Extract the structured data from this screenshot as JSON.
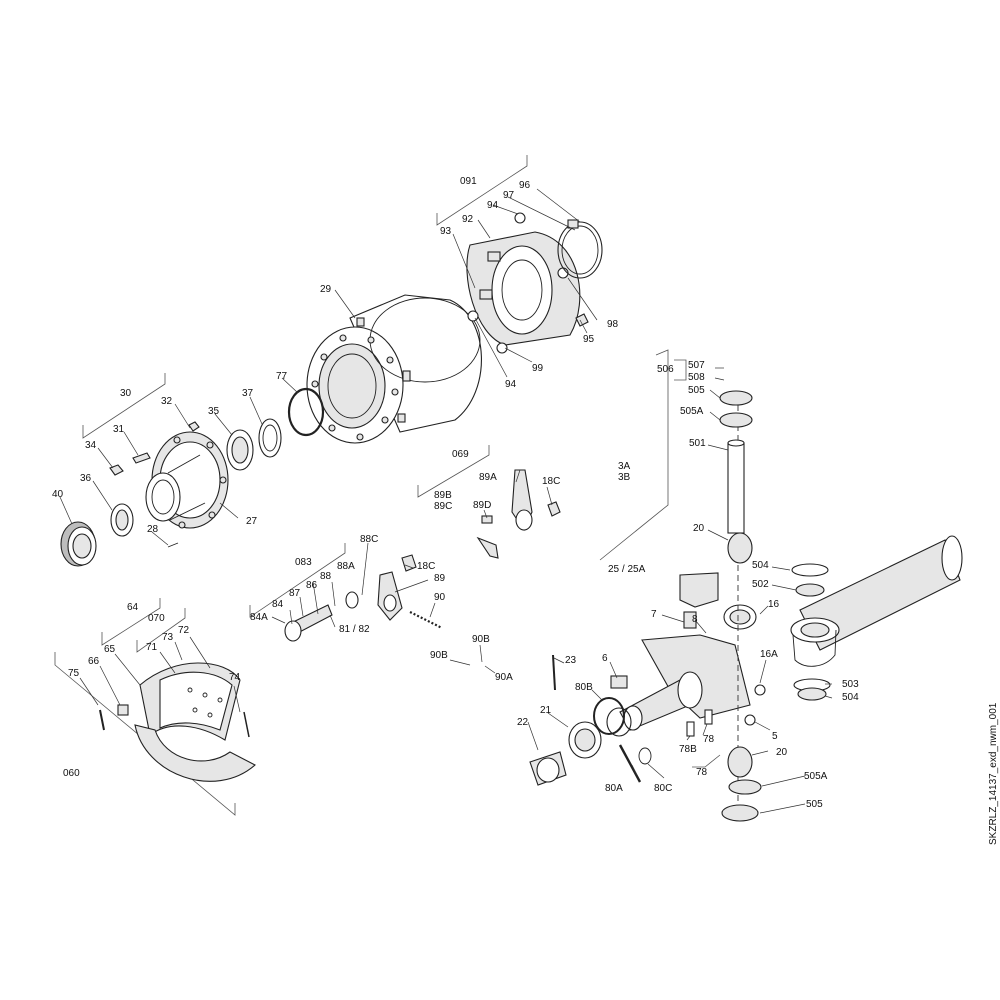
{
  "drawing_id": "SKZRLZ_14137_exd_nwm_001",
  "callouts": [
    "091",
    "96",
    "97",
    "94",
    "92",
    "93",
    "29",
    "98",
    "95",
    "99",
    "94",
    "30",
    "32",
    "37",
    "77",
    "35",
    "34",
    "31",
    "069",
    "89A",
    "18C",
    "89B",
    "89C",
    "89D",
    "36",
    "40",
    "27",
    "28",
    "88C",
    "083",
    "88A",
    "18C",
    "86",
    "89",
    "88",
    "87",
    "84",
    "84A",
    "81 / 82",
    "90",
    "64",
    "070",
    "73",
    "72",
    "65",
    "71",
    "66",
    "75",
    "74",
    "060",
    "90B",
    "90B",
    "90A",
    "506",
    "507",
    "508",
    "505",
    "505A",
    "501",
    "3A",
    "3B",
    "20",
    "25 / 25A",
    "504",
    "502",
    "16",
    "7",
    "8",
    "23",
    "6",
    "16A",
    "80B",
    "21",
    "22",
    "5",
    "503",
    "504",
    "78B",
    "78",
    "20",
    "78",
    "80A",
    "80C",
    "505A",
    "505"
  ]
}
